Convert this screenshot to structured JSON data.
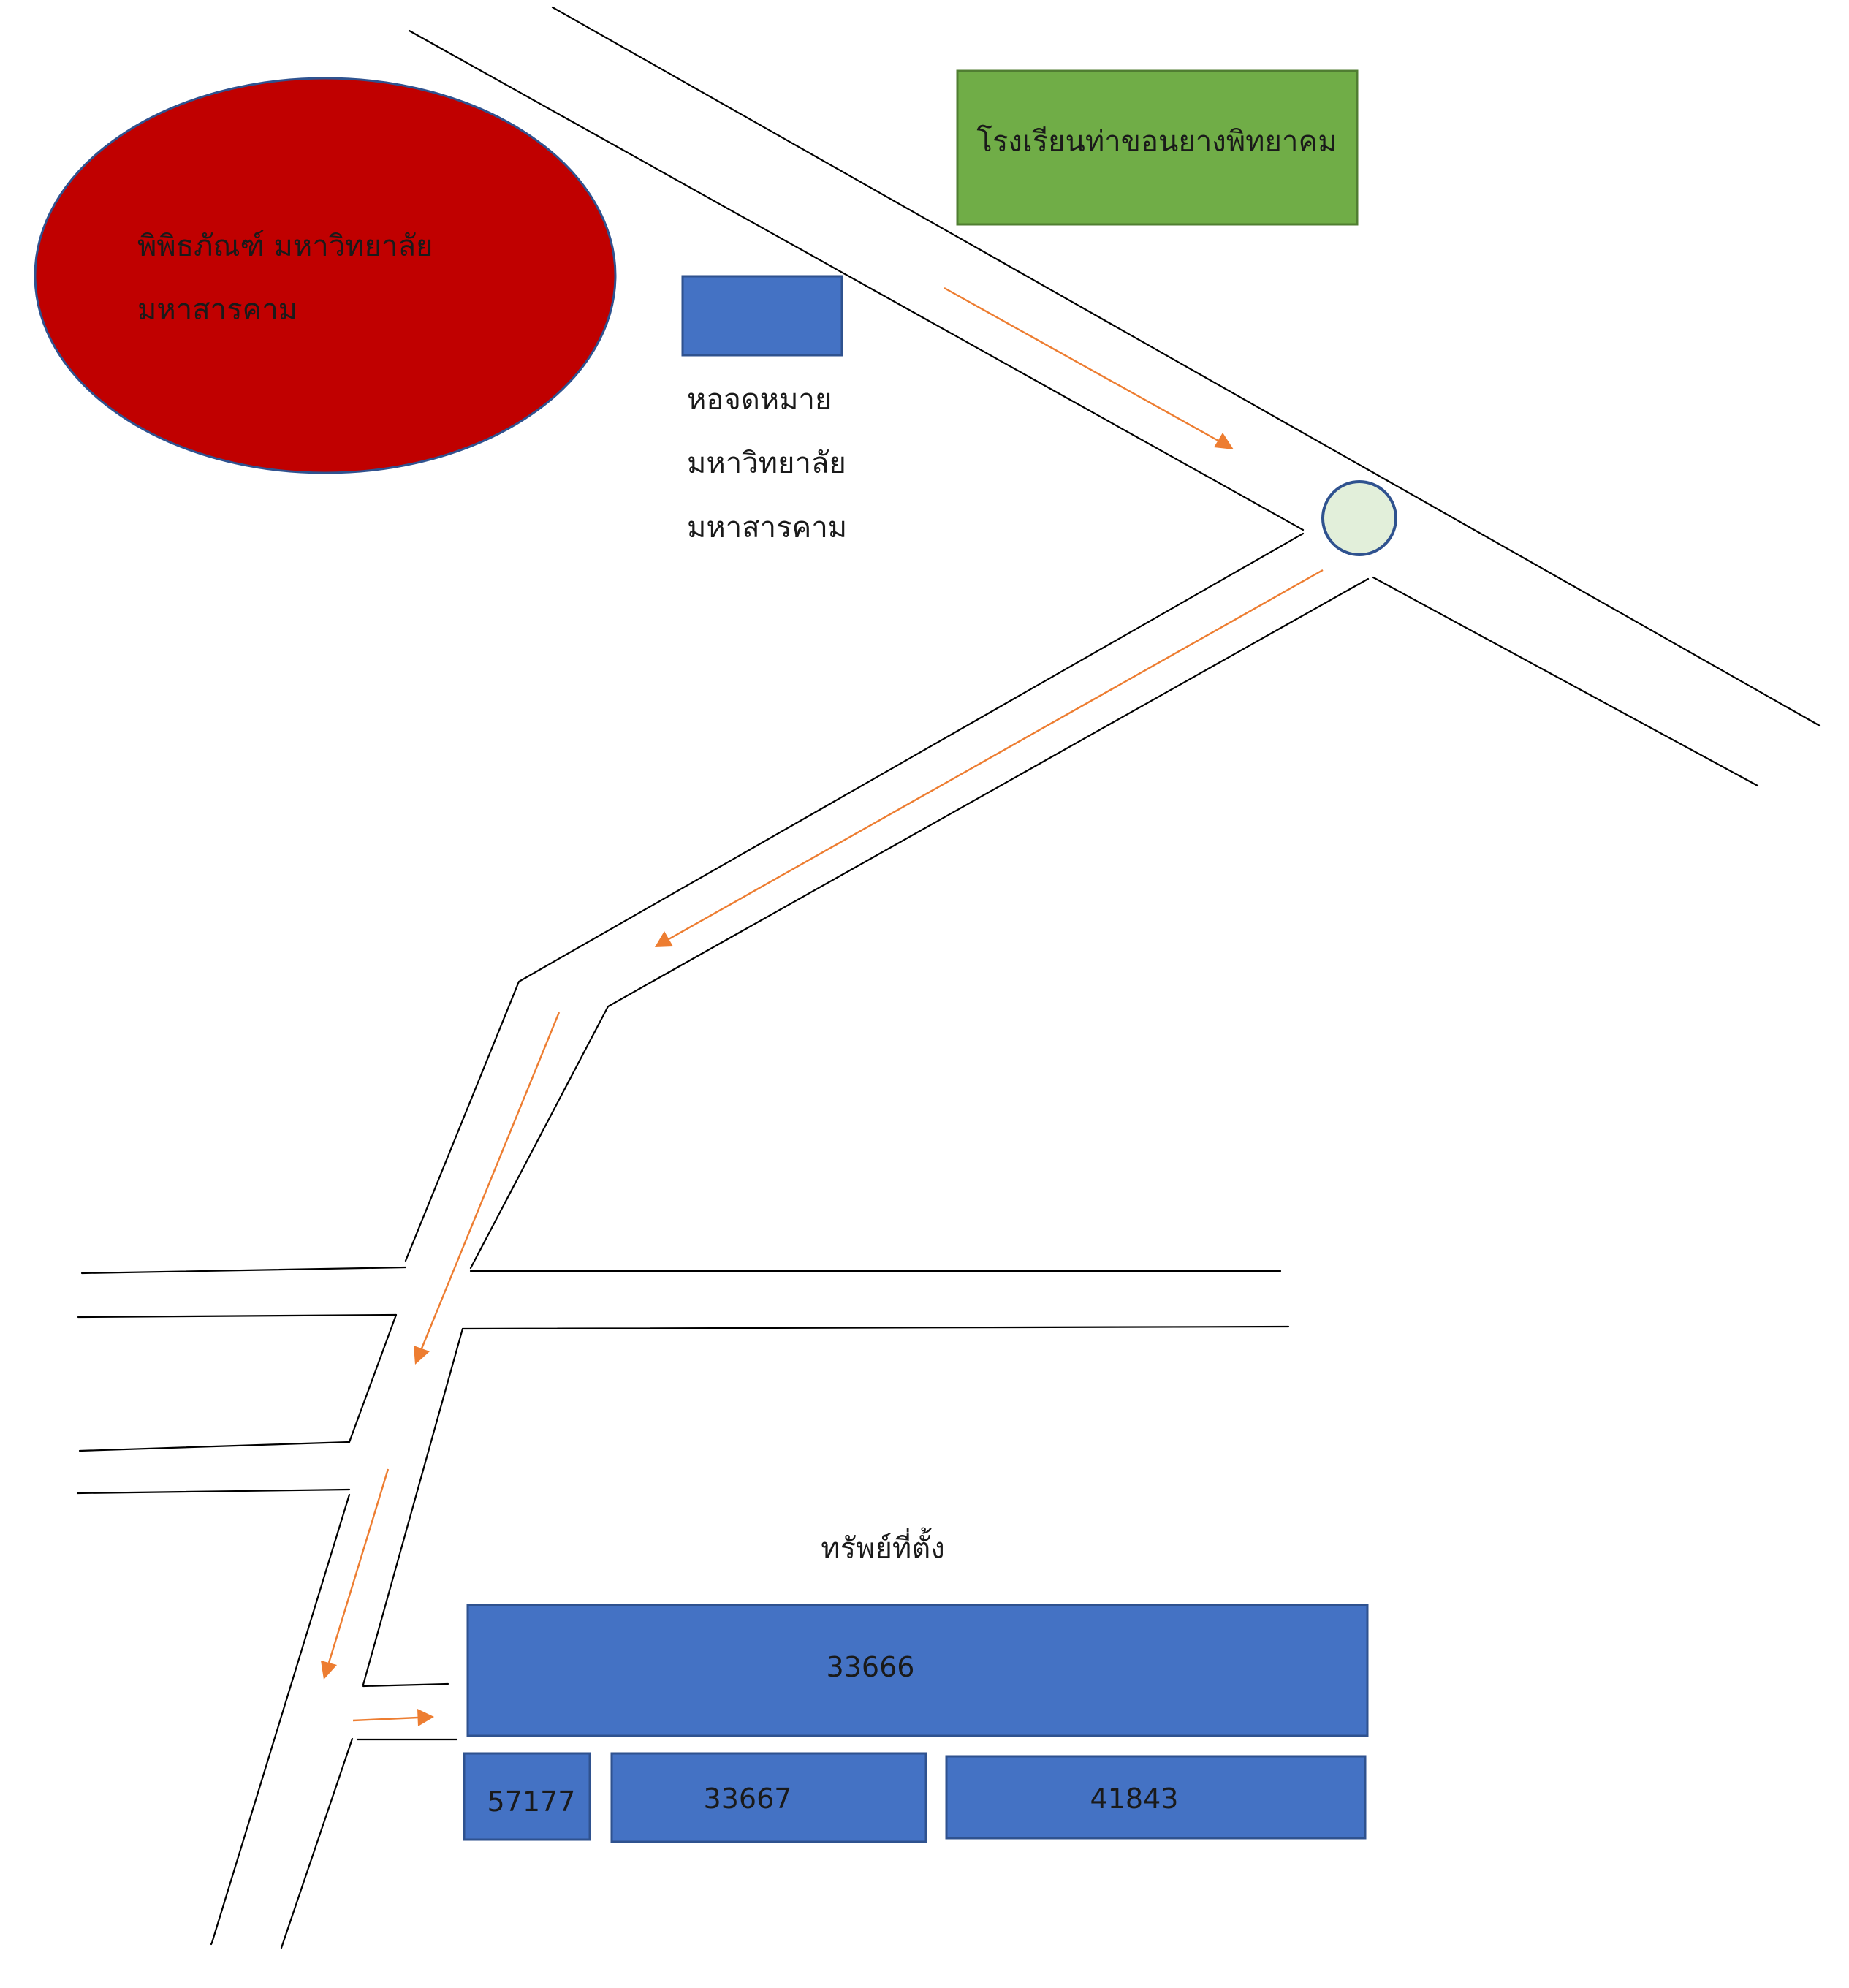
{
  "landmarks": {
    "museum": {
      "line1": "พิพิธภัณฑ์ มหาวิทยาลัย",
      "line2": "มหาสารคาม",
      "fill": "#C00000",
      "stroke": "#2F528F"
    },
    "school": {
      "label": "โรงเรียนท่าขอนยางพิทยาคม",
      "fill": "#70AD47",
      "stroke": "#507E32"
    },
    "dormitory": {
      "line1": "หอจดหมาย",
      "line2": "มหาวิทยาลัย",
      "line3": "มหาสารคาม",
      "fill": "#4472C4",
      "stroke": "#2F528F"
    },
    "roundabout": {
      "fill": "#E2EFDA",
      "stroke": "#2F528F"
    }
  },
  "property": {
    "title": "ทรัพย์ที่ตั้ง",
    "fill": "#4472C4",
    "stroke": "#2F528F",
    "parcels": [
      "33666",
      "57177",
      "33667",
      "41843"
    ]
  },
  "colors": {
    "road": "#000000",
    "route_arrow": "#ED7D31"
  }
}
